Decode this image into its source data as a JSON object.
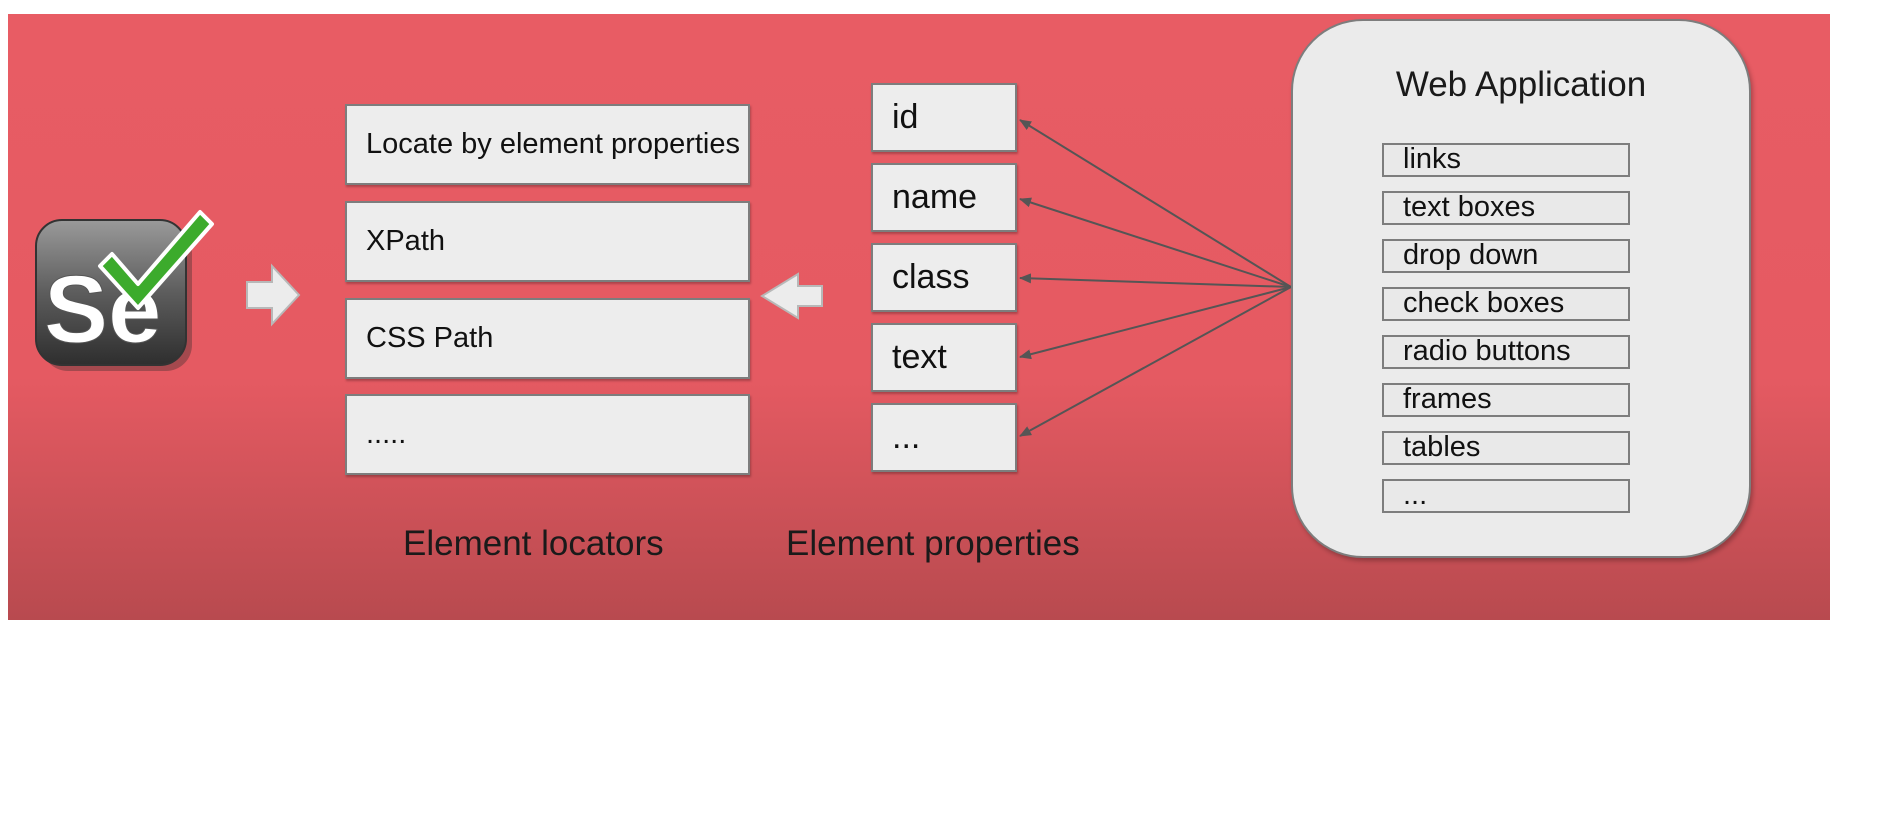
{
  "colors": {
    "slide_red": "#e85c64",
    "box_fill": "#ededed",
    "box_border": "#7d7d7d",
    "arrow": "#555555",
    "check_green": "#3cab2c"
  },
  "logo": {
    "text": "Se"
  },
  "locators": {
    "items": [
      "Locate by element properties",
      "XPath",
      "CSS Path",
      "....."
    ],
    "caption": "Element locators"
  },
  "properties": {
    "items": [
      "id",
      "name",
      "class",
      "text",
      "..."
    ],
    "caption": "Element properties"
  },
  "web_app": {
    "title": "Web Application",
    "items": [
      "links",
      "text boxes",
      "drop down",
      "check boxes",
      "radio buttons",
      "frames",
      "tables",
      "..."
    ]
  }
}
